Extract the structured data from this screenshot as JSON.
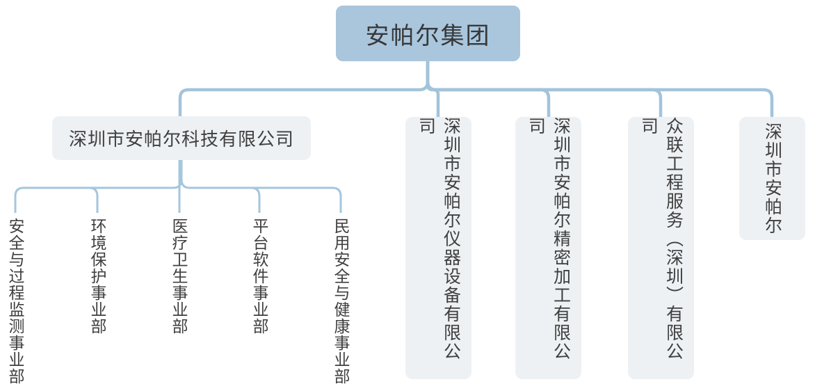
{
  "org_chart": {
    "root": {
      "label": "安帕尔集团"
    },
    "companies": [
      {
        "label": "深圳市安帕尔科技有限公司",
        "orientation": "horizontal"
      },
      {
        "label": "深圳市安帕尔仪器设备有限公司",
        "orientation": "vertical"
      },
      {
        "label": "深圳市安帕尔精密加工有限公司",
        "orientation": "vertical"
      },
      {
        "label": "众联工程服务（深圳）有限公司",
        "orientation": "vertical"
      },
      {
        "label": "深圳市安帕尔",
        "orientation": "vertical"
      }
    ],
    "departments": [
      {
        "label": "安全与过程监测事业部"
      },
      {
        "label": "环境保护事业部"
      },
      {
        "label": "医疗卫生事业部"
      },
      {
        "label": "平台软件事业部"
      },
      {
        "label": "民用安全与健康事业部"
      }
    ],
    "colors": {
      "root_fill": "#a9c6dd",
      "node_fill": "#eef1f4",
      "connector": "#a3c3da",
      "text": "#3c3c3c"
    }
  }
}
